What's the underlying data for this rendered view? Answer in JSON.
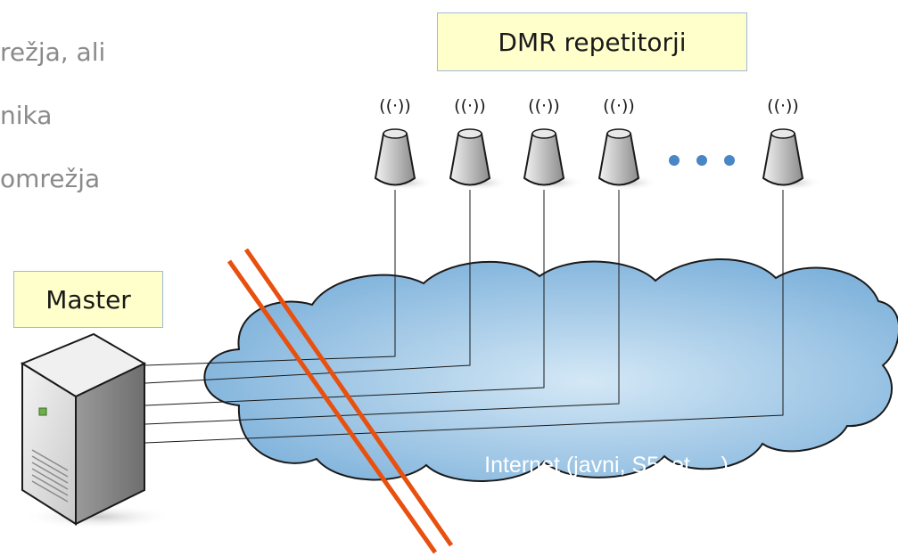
{
  "slide_text": {
    "line1": "režja, ali",
    "line2": "nika",
    "line3": " omrežja"
  },
  "labels": {
    "repeaters_title": "DMR repetitorji",
    "master": "Master",
    "cloud": "Internet (javni, S5net, ...)"
  },
  "icons": {
    "radio_wave_glyph": "((·))",
    "antenna": "antenna-icon",
    "server": "server-icon",
    "ellipsis": "ellipsis-dots-icon"
  },
  "colors": {
    "label_bg": "#ffffcc",
    "cloud_fill": "#a9cde8",
    "strike": "#e8500f",
    "slide_text": "#8a8a8a"
  }
}
